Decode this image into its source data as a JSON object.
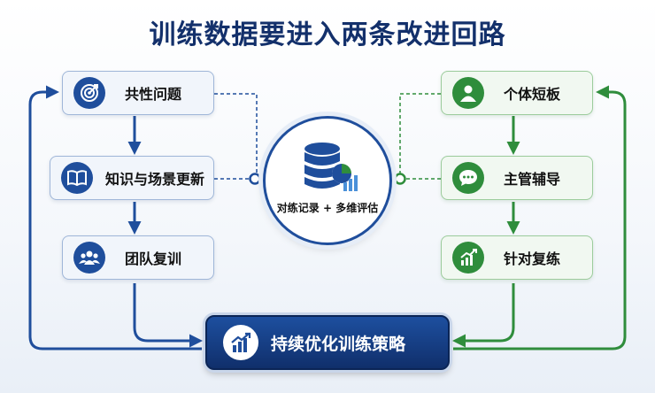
{
  "title": "训练数据要进入两条改进回路",
  "hub": {
    "label": "对练记录 + 多维评估",
    "icon": "database-chart-icon"
  },
  "left_column": [
    {
      "label": "共性问题",
      "icon": "target-icon"
    },
    {
      "label": "知识与场景更新",
      "icon": "book-icon"
    },
    {
      "label": "团队复训",
      "icon": "team-icon"
    }
  ],
  "right_column": [
    {
      "label": "个体短板",
      "icon": "person-icon"
    },
    {
      "label": "主管辅导",
      "icon": "chat-bubble-icon"
    },
    {
      "label": "针对复练",
      "icon": "growth-chart-icon"
    }
  ],
  "result": {
    "label": "持续优化训练策略",
    "icon": "trend-chart-icon"
  },
  "colors": {
    "blue": "#1f4e9c",
    "green": "#2f8d3c",
    "navy": "#13306b"
  }
}
